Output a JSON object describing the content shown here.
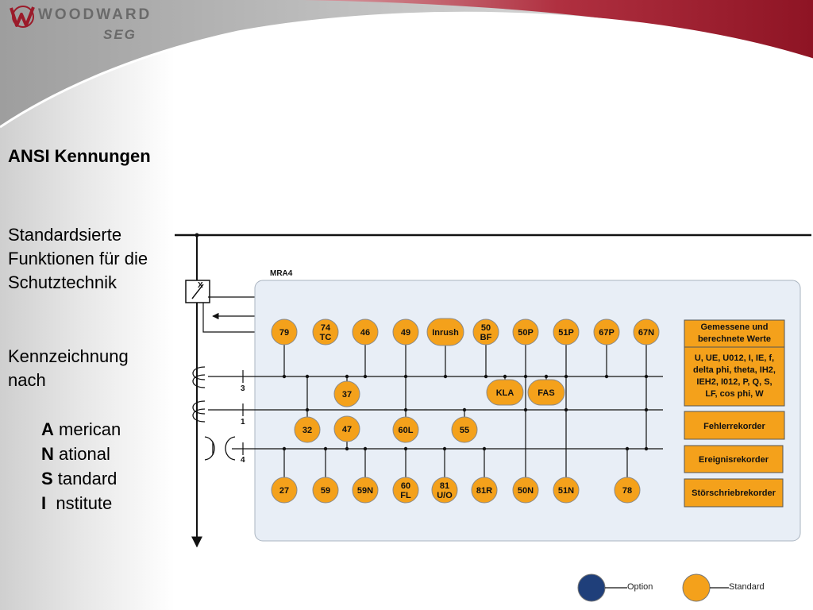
{
  "brand": {
    "name": "WOODWARD",
    "sub": "SEG",
    "colors": {
      "accent": "#9b1b2a"
    }
  },
  "slide": {
    "title": "ANSI Kennungen",
    "text_lines": [
      "Standardsierte",
      "Funktionen für die",
      "Schutztechnik"
    ],
    "kenn_lines": [
      "Kennzeichnung",
      "nach"
    ],
    "acronym": [
      {
        "letter": "A",
        "rest": " merican"
      },
      {
        "letter": "N",
        "rest": " ational"
      },
      {
        "letter": "S",
        "rest": " tandard"
      },
      {
        "letter": "I",
        "rest": "  nstitute"
      }
    ]
  },
  "diagram": {
    "device_label": "MRA4",
    "bus_labels": {
      "b3": "3",
      "b1": "1",
      "b4": "4"
    },
    "breaker_label": "X",
    "colors": {
      "standard": "#f4a11b",
      "option": "#1f3f7a",
      "panel": "#e8eef6",
      "panel_border": "#aab4c0"
    },
    "circles": {
      "c79": [
        "79"
      ],
      "c74": [
        "74",
        "TC"
      ],
      "c46": [
        "46"
      ],
      "c49": [
        "49"
      ],
      "cinrush": [
        "Inrush"
      ],
      "c50bf": [
        "50",
        "BF"
      ],
      "c50p": [
        "50P"
      ],
      "c51p": [
        "51P"
      ],
      "c67p": [
        "67P"
      ],
      "c67n": [
        "67N"
      ],
      "c37": [
        "37"
      ],
      "ckla": [
        "KLA"
      ],
      "cfas": [
        "FAS"
      ],
      "c32": [
        "32"
      ],
      "c47": [
        "47"
      ],
      "c60l": [
        "60L"
      ],
      "c55": [
        "55"
      ],
      "c27": [
        "27"
      ],
      "c59": [
        "59"
      ],
      "c59n": [
        "59N"
      ],
      "c60fl": [
        "60",
        "FL"
      ],
      "c81": [
        "81",
        "U/O"
      ],
      "c81r": [
        "81R"
      ],
      "c50n": [
        "50N"
      ],
      "c51n": [
        "51N"
      ],
      "c78": [
        "78"
      ]
    },
    "boxes": {
      "measured_title": [
        "Gemessene und",
        "berechnete Werte"
      ],
      "measured_values": [
        "U, UE, U012, I, IE, f,",
        "delta phi, theta, IH2,",
        "IEH2, I012, P, Q, S,",
        "LF, cos phi, W"
      ],
      "fault": "Fehlerrekorder",
      "event": "Ereignisrekorder",
      "disturb": "Störschriebrekorder"
    },
    "legend": {
      "option": "Option",
      "standard": "Standard"
    }
  }
}
